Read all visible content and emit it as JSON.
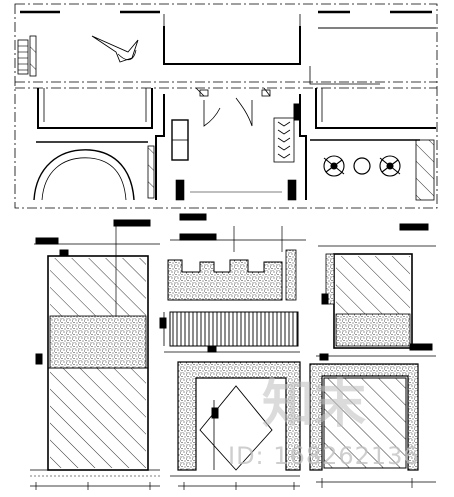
{
  "watermark": {
    "logo_text": "知末",
    "id_text": "ID: 168262136"
  },
  "colors": {
    "line": "#000000",
    "background": "#ffffff",
    "watermark": "#bebebe"
  },
  "drawing": {
    "type": "architectural-cad-drawing",
    "views": [
      "floor-plan",
      "elevation-left",
      "elevation-center",
      "elevation-right",
      "section-bottom-center",
      "elevation-bottom-right"
    ],
    "hatch_patterns": [
      "diagonal-hatch",
      "stipple-fill",
      "vertical-slats"
    ]
  }
}
